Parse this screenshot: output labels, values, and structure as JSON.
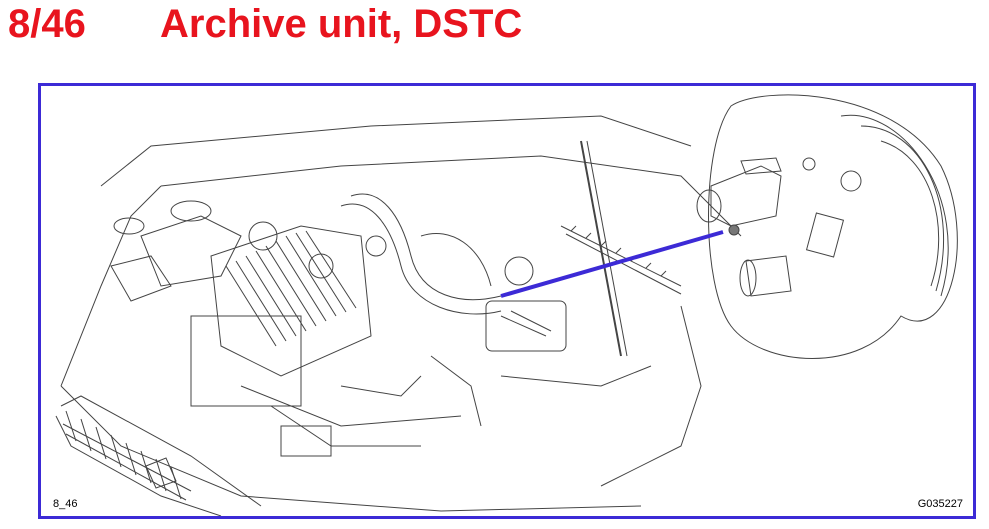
{
  "header": {
    "figure_number": "8/46",
    "title": "Archive unit, DSTC"
  },
  "figure": {
    "code_left": "8_46",
    "code_right": "G035227",
    "callout_color": "#3c2ad6",
    "title_color": "#e8141e",
    "illustration": "engine-bay-line-drawing",
    "detail": "brake-servo-sensor-detail"
  }
}
